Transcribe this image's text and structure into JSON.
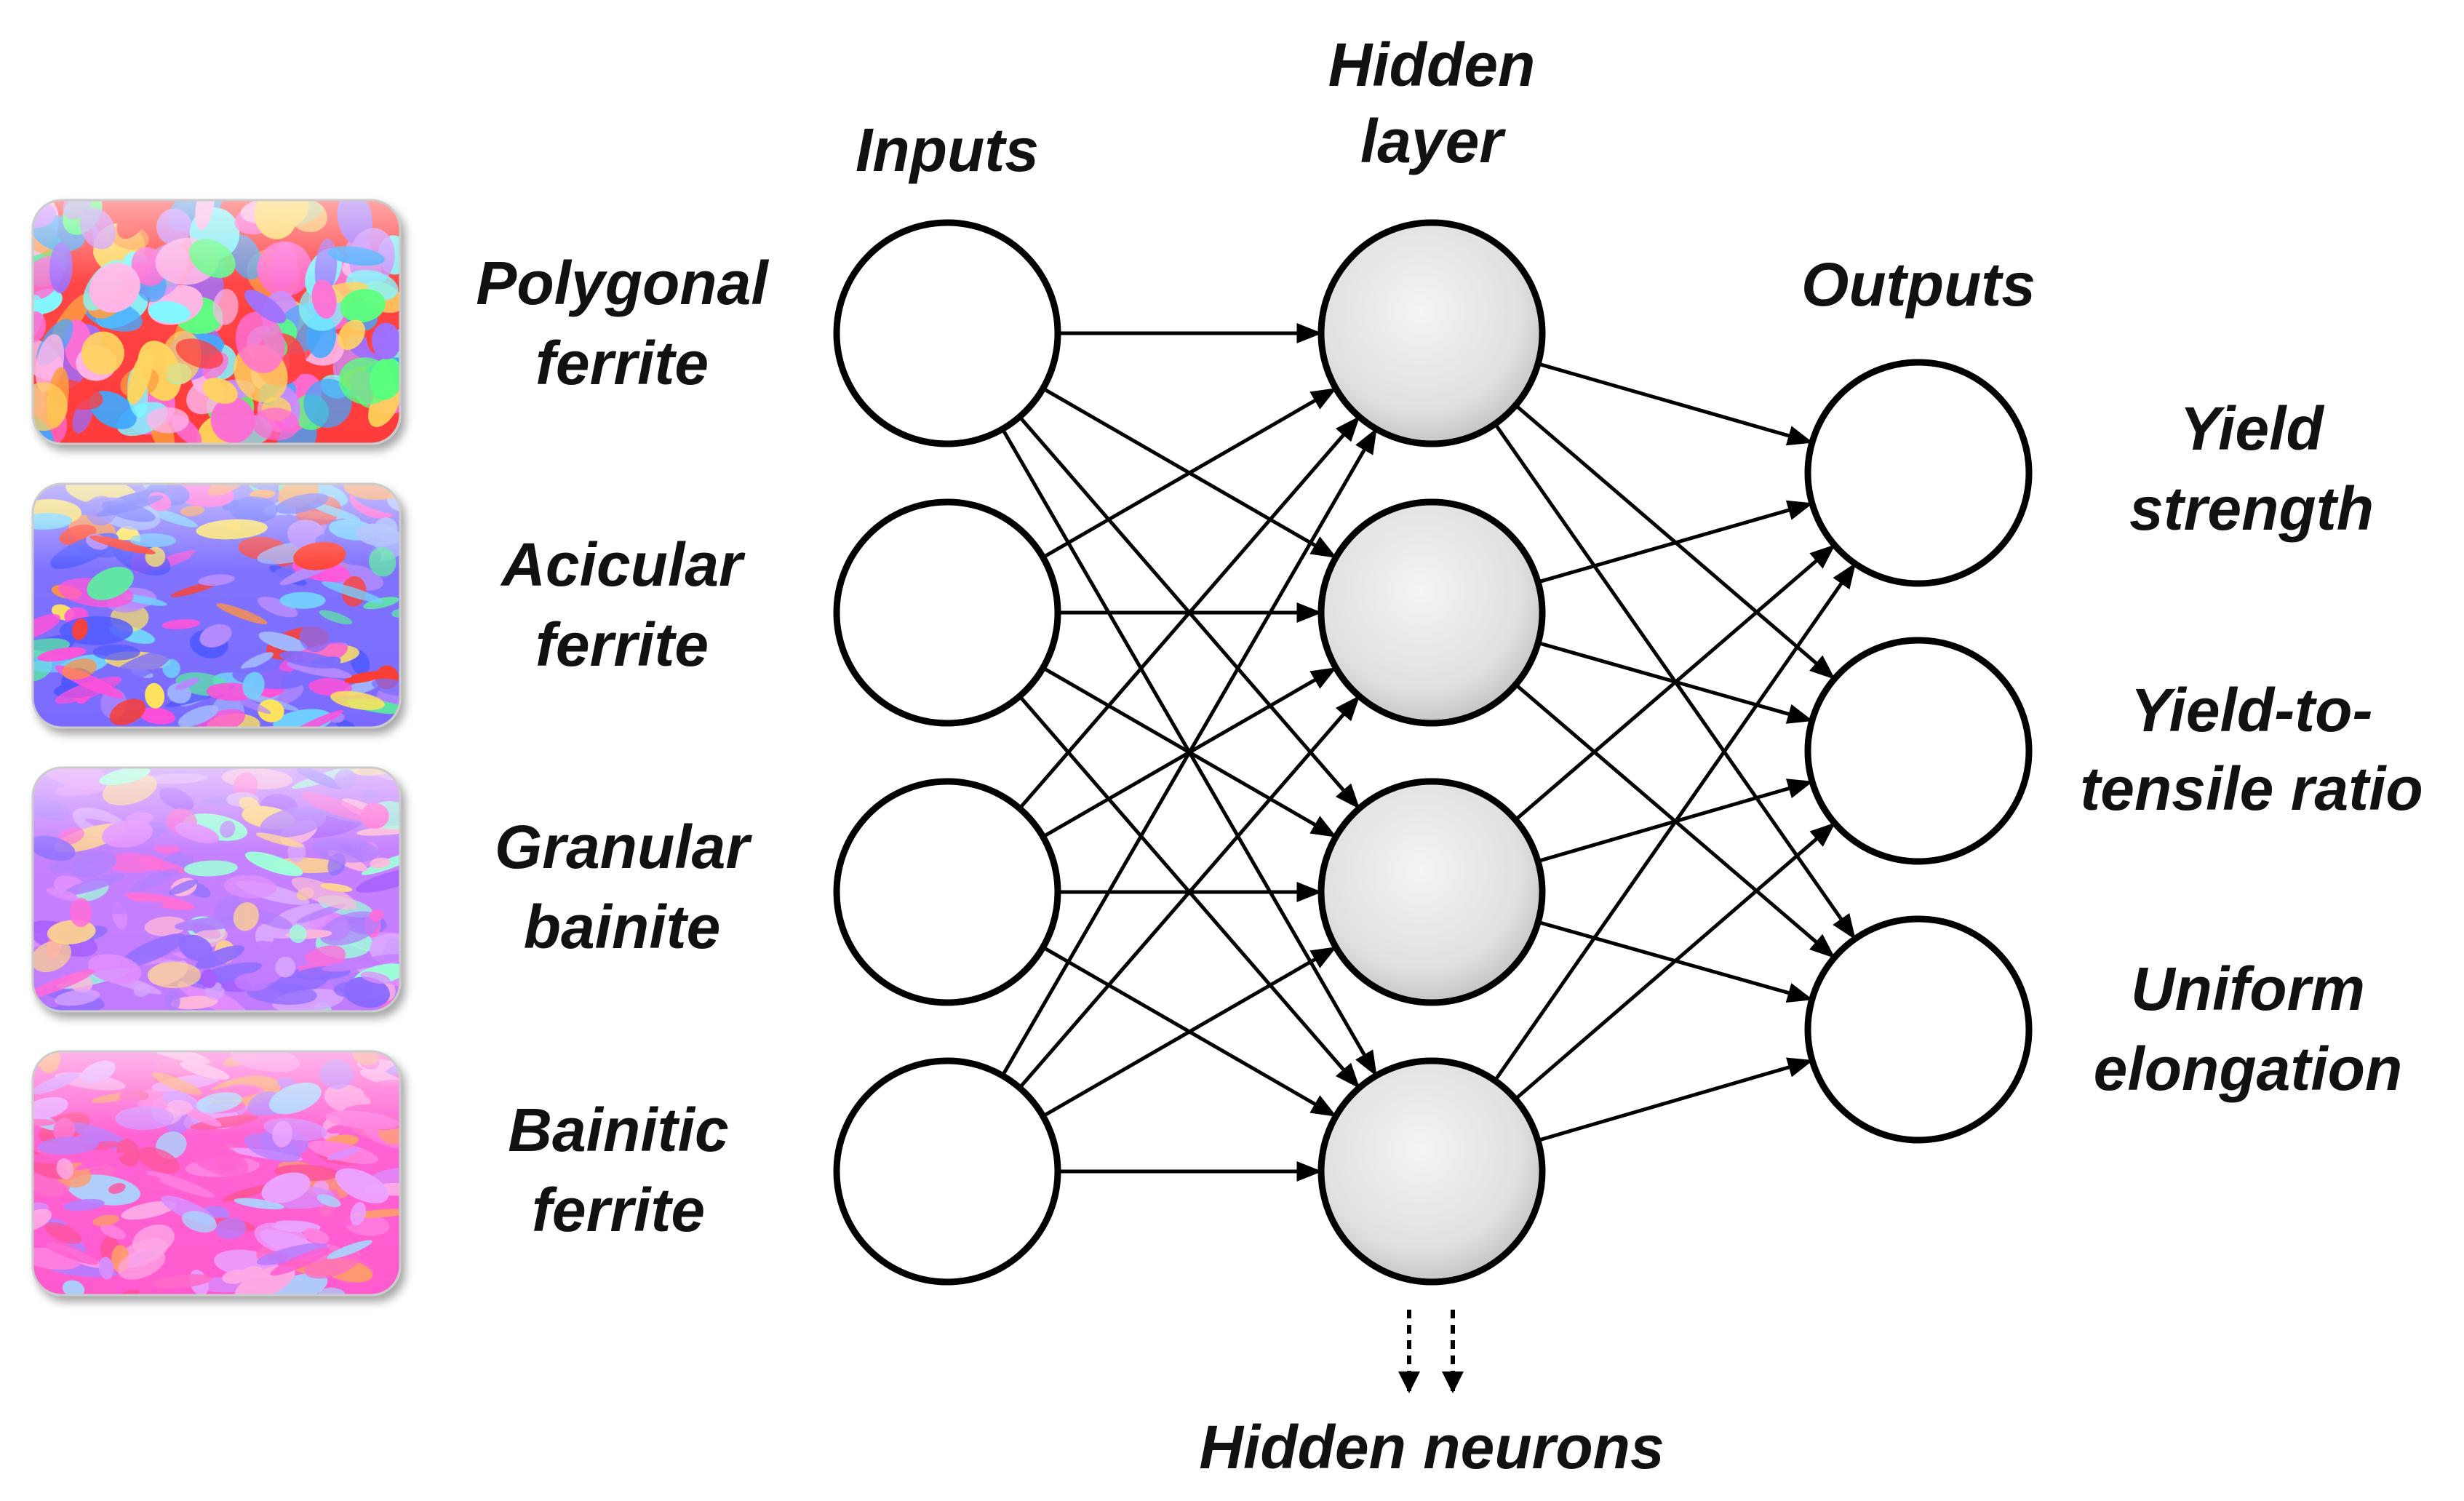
{
  "headers": {
    "inputs": "Inputs",
    "hidden_line1": "Hidden",
    "hidden_line2": "layer",
    "outputs": "Outputs"
  },
  "inputs": [
    {
      "line1": "Polygonal",
      "line2": "ferrite"
    },
    {
      "line1": "Acicular",
      "line2": "ferrite"
    },
    {
      "line1": "Granular",
      "line2": "bainite"
    },
    {
      "line1": "Bainitic",
      "line2": "ferrite"
    }
  ],
  "outputs": [
    {
      "line1": "Yield",
      "line2": "strength"
    },
    {
      "line1": "Yield-to-",
      "line2": "tensile ratio"
    },
    {
      "line1": "Uniform",
      "line2": "elongation"
    }
  ],
  "hidden_count": 4,
  "hidden_neurons_label": "Hidden neurons",
  "colors": {
    "hidden_fill": "#e3e3e3",
    "node_stroke": "#000000",
    "edge": "#000000"
  },
  "micrograph_palettes": [
    [
      "#ff3b3b",
      "#ff6ad5",
      "#7cf8ff",
      "#9b6bff",
      "#ffd35a",
      "#55ff7a",
      "#ff9a3c",
      "#c98bff",
      "#3ea6ff",
      "#ffb3e6"
    ],
    [
      "#7a6bff",
      "#4d55ff",
      "#ff4fd8",
      "#6fd0ff",
      "#ff3a2a",
      "#ffe45a",
      "#58e8a0",
      "#b388ff",
      "#ff8f3c",
      "#9fb4ff"
    ],
    [
      "#c27bff",
      "#a55cff",
      "#e08cff",
      "#ff6ad8",
      "#8c6bff",
      "#ffb8d8",
      "#ffd38a",
      "#9affd8",
      "#d9a6ff",
      "#b07cff"
    ],
    [
      "#ff5ad0",
      "#ff7ee0",
      "#b47bff",
      "#ff4f9a",
      "#ffa8e6",
      "#a4d8ff",
      "#ff9a6a",
      "#d68cff",
      "#ff6ac8",
      "#eaa0ff"
    ]
  ]
}
